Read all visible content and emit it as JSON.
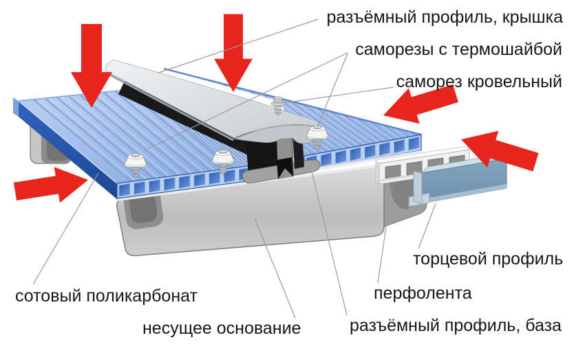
{
  "diagram": {
    "labels": {
      "cover_profile": "разъёмный профиль, крышка",
      "thermo_washer_screws": "саморезы с термошайбой",
      "roofing_screw": "саморез кровельный",
      "polycarbonate": "сотовый поликарбонат",
      "base_support": "несущее основание",
      "end_profile": "торцевой профиль",
      "perforated_tape": "перфолента",
      "base_profile": "разъёмный профиль, база"
    },
    "colors": {
      "arrow_red": "#e7251d",
      "sheet_top": "#a9c3ec",
      "sheet_edge": "#2b5cb8",
      "cell_frame": "#b9d2f2",
      "cover_gray": "#d7d9db",
      "seal_black": "#191919",
      "beam_gray": "#c4c4c4",
      "end_profile_blue": "#7b9dbd",
      "leader_line": "#9a9a9a",
      "label_text": "#161616"
    }
  }
}
